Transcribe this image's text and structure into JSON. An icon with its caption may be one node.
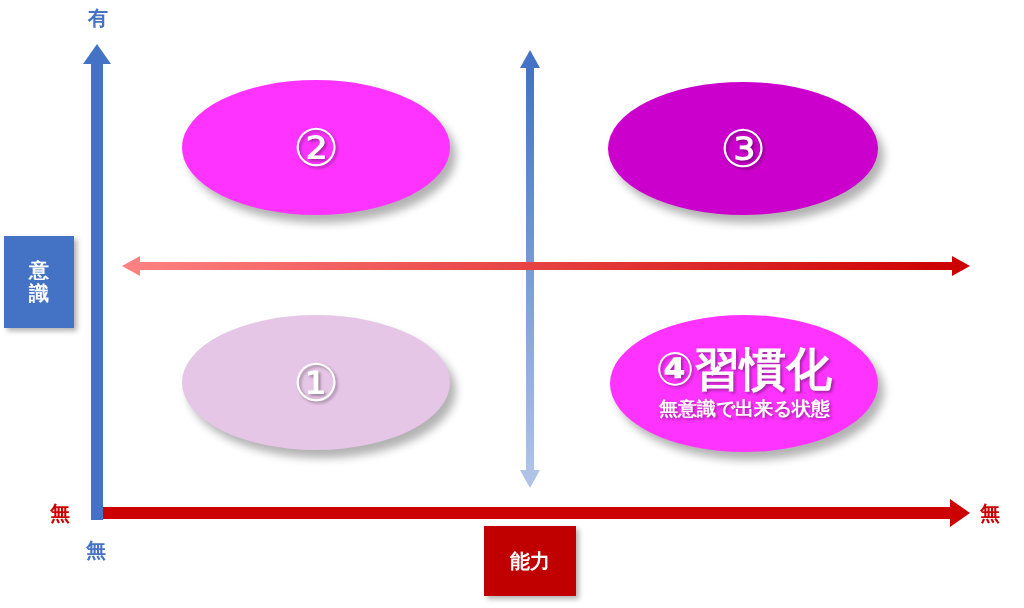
{
  "diagram": {
    "nodes": [
      {
        "text": [
          "②"
        ]
      },
      {
        "text": [
          "③"
        ]
      },
      {
        "text": [
          "①"
        ]
      },
      {
        "text": [
          "④習慣化",
          "無意識で出来る状態"
        ]
      },
      {
        "text": [
          "意識"
        ]
      },
      {
        "text": [
          "能力"
        ]
      }
    ],
    "labels": [
      "有",
      "無",
      "無",
      "無"
    ]
  }
}
